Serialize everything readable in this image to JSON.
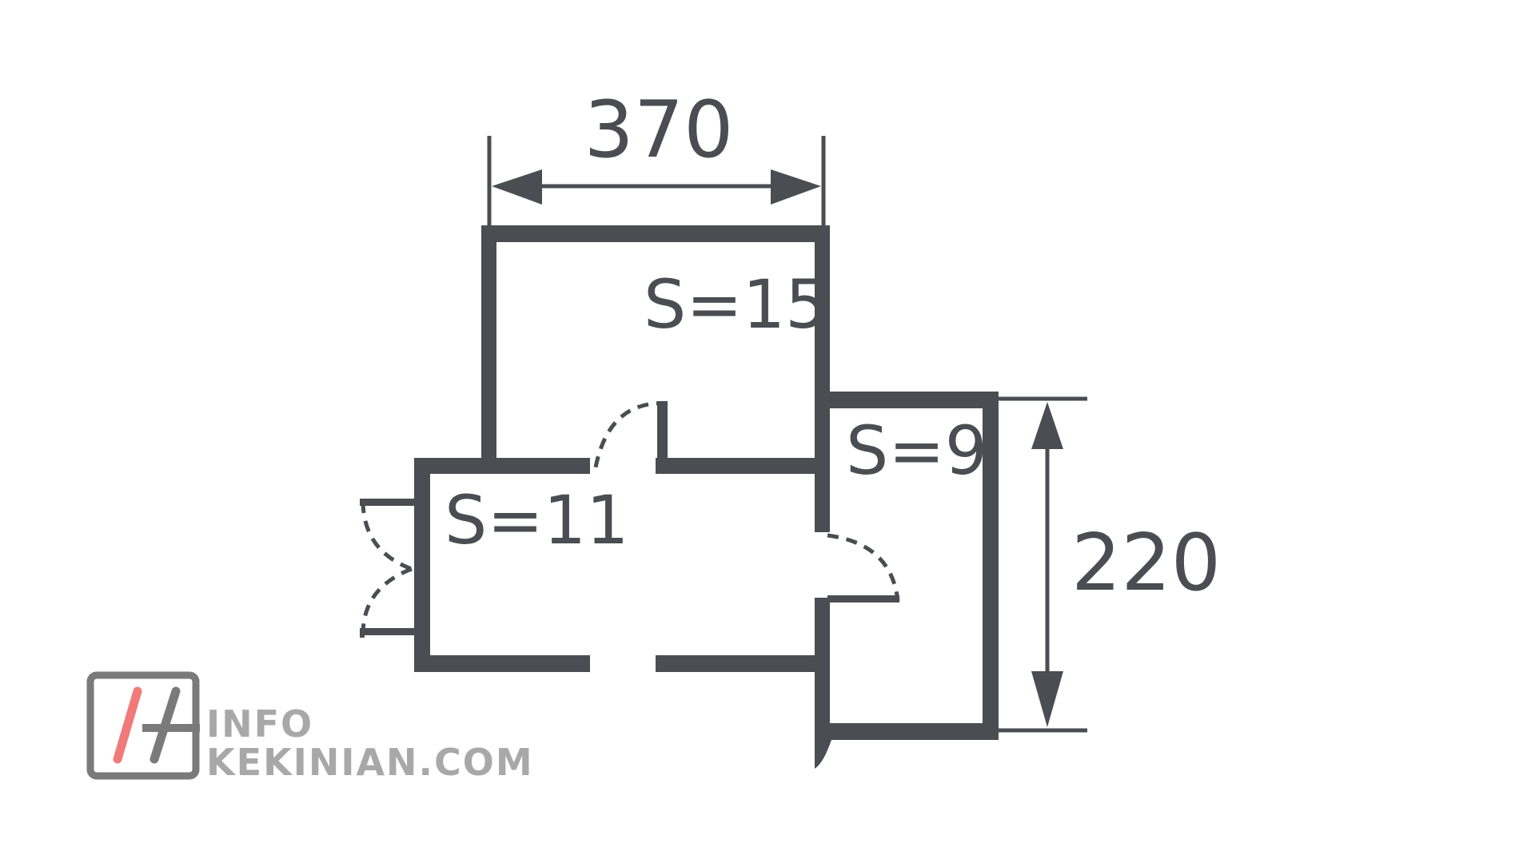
{
  "diagram": {
    "dimensions": {
      "top_width": "370",
      "right_height": "220"
    },
    "rooms": [
      {
        "label": "S=15"
      },
      {
        "label": "S=9"
      },
      {
        "label": "S=11"
      }
    ],
    "colors": {
      "wall": "#4a4d52",
      "dimension": "#4a4d52",
      "logo_gray": "#7a7a7a",
      "logo_text": "#a8a8a8",
      "logo_accent": "#f07a7a"
    }
  },
  "watermark": {
    "line1": "INFO",
    "line2": "KEKINIAN.COM"
  }
}
